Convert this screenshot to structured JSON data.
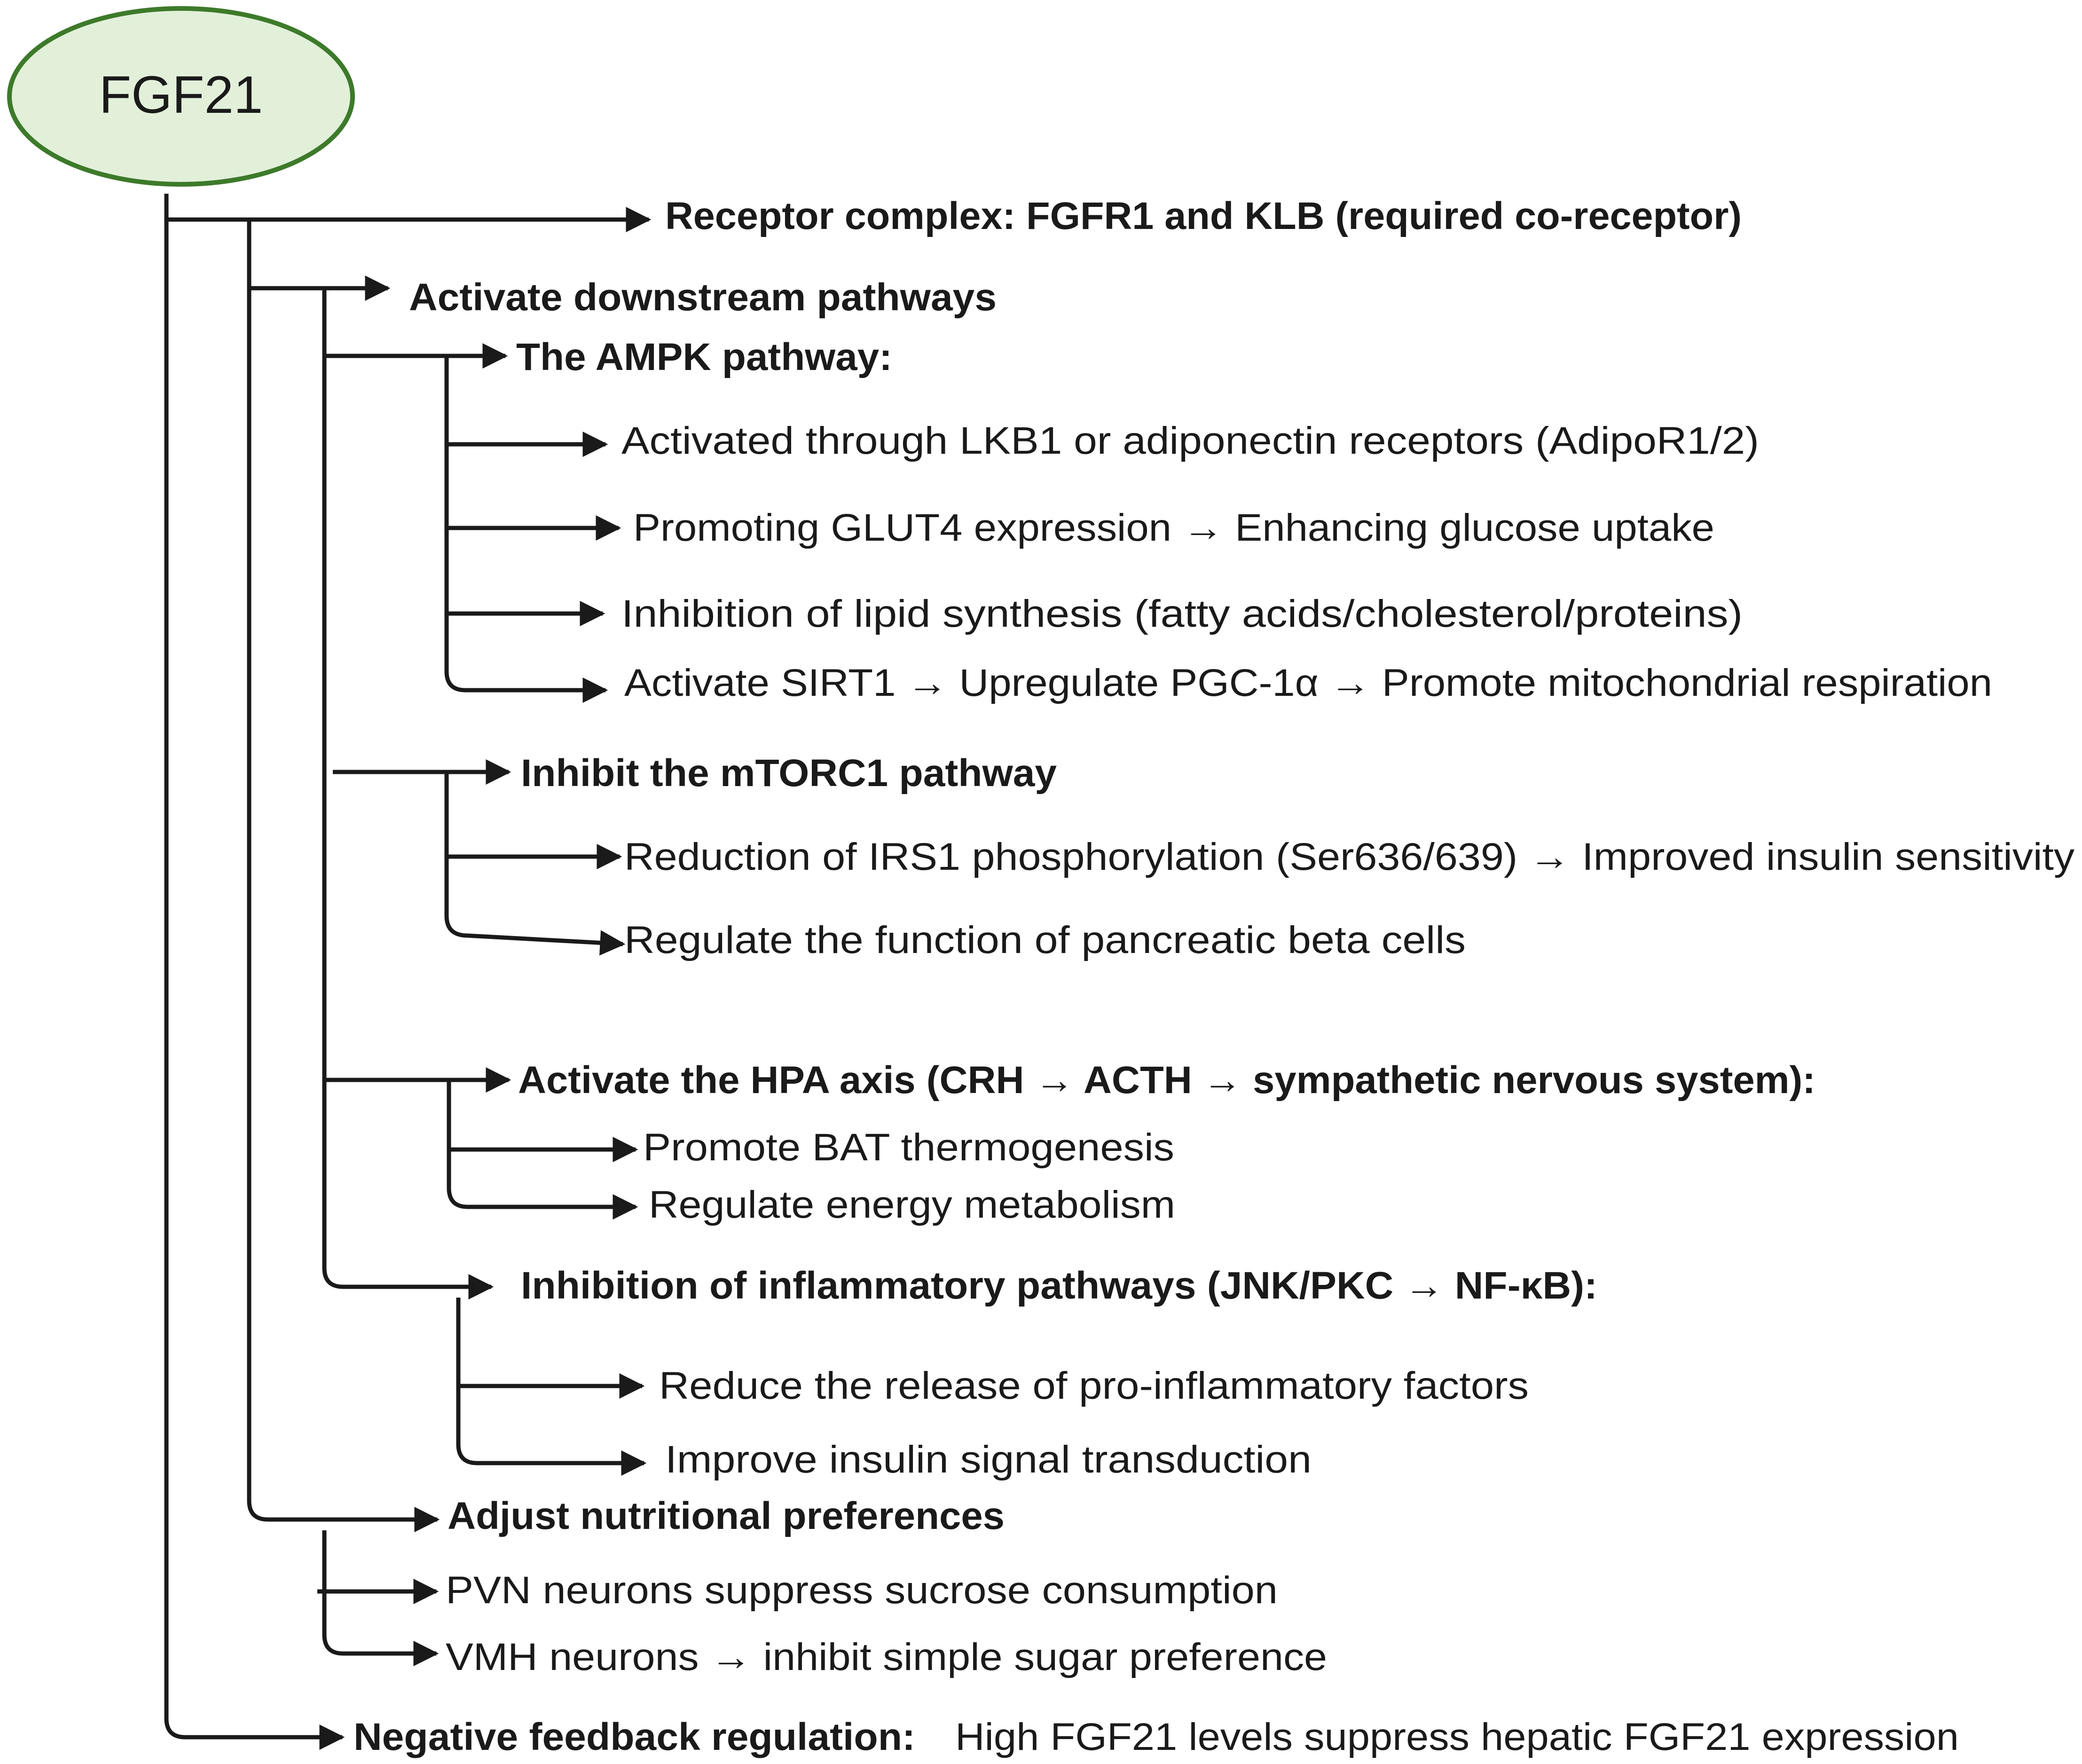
{
  "root": {
    "label": "FGF21",
    "fill": "#e2f0d9",
    "stroke": "#3d7a2a"
  },
  "nodes": {
    "receptor": "Receptor complex: FGFR1 and KLB (required co-receptor)",
    "downstream": "Activate downstream pathways",
    "ampk": "The AMPK pathway:",
    "ampk_1": "Activated through LKB1 or adiponectin receptors (AdipoR1/2)",
    "ampk_2": "Promoting GLUT4 expression → Enhancing glucose uptake",
    "ampk_3": "Inhibition of lipid synthesis (fatty acids/cholesterol/proteins)",
    "ampk_4": "Activate SIRT1 → Upregulate PGC-1α → Promote mitochondrial respiration",
    "mtorc1": "Inhibit the mTORC1 pathway",
    "mtorc1_1": "Reduction of IRS1 phosphorylation (Ser636/639) → Improved insulin sensitivity",
    "mtorc1_2": "Regulate the function of pancreatic beta cells",
    "hpa": "Activate the HPA axis (CRH → ACTH → sympathetic nervous system):",
    "hpa_1": "Promote BAT thermogenesis",
    "hpa_2": "Regulate energy metabolism",
    "inflam": "Inhibition of inflammatory pathways (JNK/PKC → NF-κB):",
    "inflam_1": "Reduce the release of pro-inflammatory factors",
    "inflam_2": "Improve insulin signal transduction",
    "nutrition": "Adjust nutritional preferences",
    "nutrition_1": "PVN neurons suppress sucrose consumption",
    "nutrition_2": "VMH neurons → inhibit simple sugar preference",
    "feedback": "Negative feedback regulation:",
    "feedback_detail": "High FGF21 levels suppress hepatic FGF21 expression"
  }
}
